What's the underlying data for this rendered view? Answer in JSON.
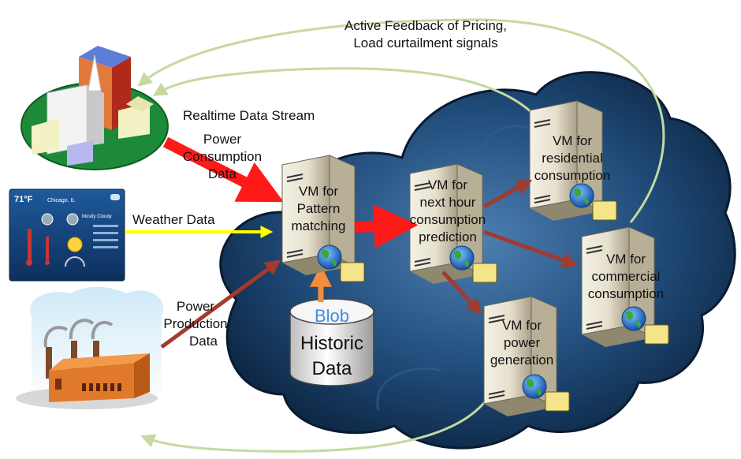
{
  "feedback_label": {
    "line1": "Active Feedback of Pricing,",
    "line2": "Load curtailment signals"
  },
  "realtime_label": "Realtime Data Stream",
  "power_consumption_label": [
    "Power",
    "Consumption",
    "Data"
  ],
  "weather_label": "Weather Data",
  "power_production_label": [
    "Power",
    "Production",
    "Data"
  ],
  "weather_widget": {
    "temperature": "71°F",
    "city": "Chicago, IL",
    "condition": "Mostly Cloudy"
  },
  "blob": {
    "title": "Blob",
    "lines": [
      "Historic",
      "Data"
    ]
  },
  "vms": {
    "pattern": [
      "VM for",
      "Pattern",
      "matching"
    ],
    "prediction": [
      "VM for",
      "next hour",
      "consumption",
      "prediction"
    ],
    "residential": [
      "VM for",
      "residential",
      "consumption"
    ],
    "commercial": [
      "VM for",
      "commercial",
      "consumption"
    ],
    "generation": [
      "VM for",
      "power",
      "generation"
    ]
  },
  "colors": {
    "red_arrow": "#ff1a1a",
    "dark_red_arrow": "#a33a2e",
    "yellow_arrow": "#ffff00",
    "orange_arrow": "#f58c3c",
    "feedback_arc": "#c5d9a0",
    "cloud_dark": "#0c2440",
    "cloud_light": "#4d7fb2",
    "blob_blue": "#3d8ee0"
  },
  "icons": [
    "city-icon",
    "weather-widget",
    "factory-icon",
    "server-icon",
    "globe-icon",
    "blob-storage-icon"
  ]
}
